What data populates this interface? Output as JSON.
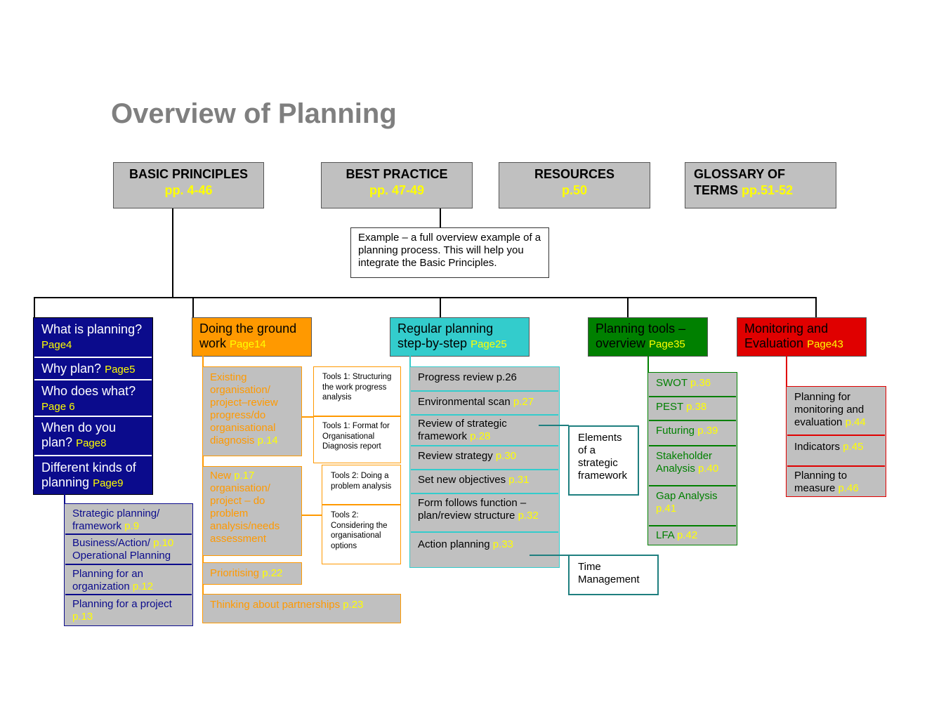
{
  "title": "Overview of Planning",
  "colors": {
    "grey_box": "#c0c0c0",
    "page_ref": "#ffff00",
    "title": "#7f7f7f",
    "navy": "#0b0b8c",
    "orange": "#ff9900",
    "cyan": "#33cccc",
    "green": "#008000",
    "red": "#e00000"
  },
  "top_boxes": [
    {
      "label": "BASIC PRINCIPLES",
      "page": "pp. 4-46"
    },
    {
      "label": "BEST PRACTICE",
      "page": "pp. 47-49"
    },
    {
      "label": "RESOURCES",
      "page": "p.50"
    },
    {
      "label": "GLOSSARY OF",
      "label2": "TERMS",
      "page": "pp.51-52"
    }
  ],
  "example_note": "Example – a full overview example of a planning process. This will help you integrate the Basic Principles.",
  "col1": {
    "items": [
      {
        "label": "What is planning?",
        "page": "Page4"
      },
      {
        "label": "Why plan?",
        "page": "Page5"
      },
      {
        "label": "Who does what?",
        "page": "Page 6"
      },
      {
        "label": "When do you plan?",
        "page": "Page8"
      },
      {
        "label": "Different kinds of planning",
        "page": "Page9"
      }
    ],
    "sub": [
      {
        "label": "Strategic planning/ framework",
        "page": "p.9"
      },
      {
        "label": "Business/Action/",
        "page": "p.10",
        "label2": "Operational Planning"
      },
      {
        "label": "Planning for an organization",
        "page": "p.12"
      },
      {
        "label": "Planning for a project",
        "page": "p.13"
      }
    ]
  },
  "col2": {
    "header": {
      "label": "Doing the ground work",
      "page": "Page14"
    },
    "items": [
      {
        "label": "Existing organisation/ project–review progress/do organisational diagnosis",
        "page": "p.14"
      },
      {
        "label": "New",
        "page": "p.17",
        "label2": "organisation/ project – do problem analysis/needs assessment"
      },
      {
        "label": "Prioritising",
        "page": "p.22"
      },
      {
        "label": "Thinking about partnerships",
        "page": "p.23"
      }
    ],
    "tools": [
      "Tools 1: Structuring the work progress analysis",
      "Tools 1:  Format for Organisational Diagnosis report",
      "Tools 2: Doing a problem analysis",
      "Tools 2: Considering the organisational options"
    ]
  },
  "col3": {
    "header": {
      "label": "Regular planning step-by-step",
      "page": "Page25"
    },
    "items": [
      {
        "label": "Progress review p.26",
        "page": ""
      },
      {
        "label": "Environmental scan",
        "page": "p.27"
      },
      {
        "label": "Review of strategic framework",
        "page": "p.28"
      },
      {
        "label": "Review strategy",
        "page": "p.30"
      },
      {
        "label": "Set new objectives",
        "page": "p.31"
      },
      {
        "label": "Form follows function – plan/review structure",
        "page": "p.32"
      },
      {
        "label": "Action planning",
        "page": "p.33"
      }
    ],
    "callouts": [
      "Elements of a strategic framework",
      "Time Management"
    ]
  },
  "col4": {
    "header": {
      "label": "Planning tools – overview",
      "page": "Page35"
    },
    "items": [
      {
        "label": "SWOT",
        "page": "p.36"
      },
      {
        "label": "PEST",
        "page": "p.38"
      },
      {
        "label": "Futuring",
        "page": "p.39"
      },
      {
        "label": "Stakeholder Analysis",
        "page": "p.40"
      },
      {
        "label": "Gap Analysis",
        "page": "p.41"
      },
      {
        "label": "LFA",
        "page": "p.42"
      }
    ]
  },
  "col5": {
    "header": {
      "label": "Monitoring and Evaluation",
      "page": "Page43"
    },
    "items": [
      {
        "label": "Planning for monitoring and evaluation",
        "page": "p.44"
      },
      {
        "label": "Indicators",
        "page": "p.45"
      },
      {
        "label": "Planning to measure",
        "page": "p.46"
      }
    ]
  }
}
